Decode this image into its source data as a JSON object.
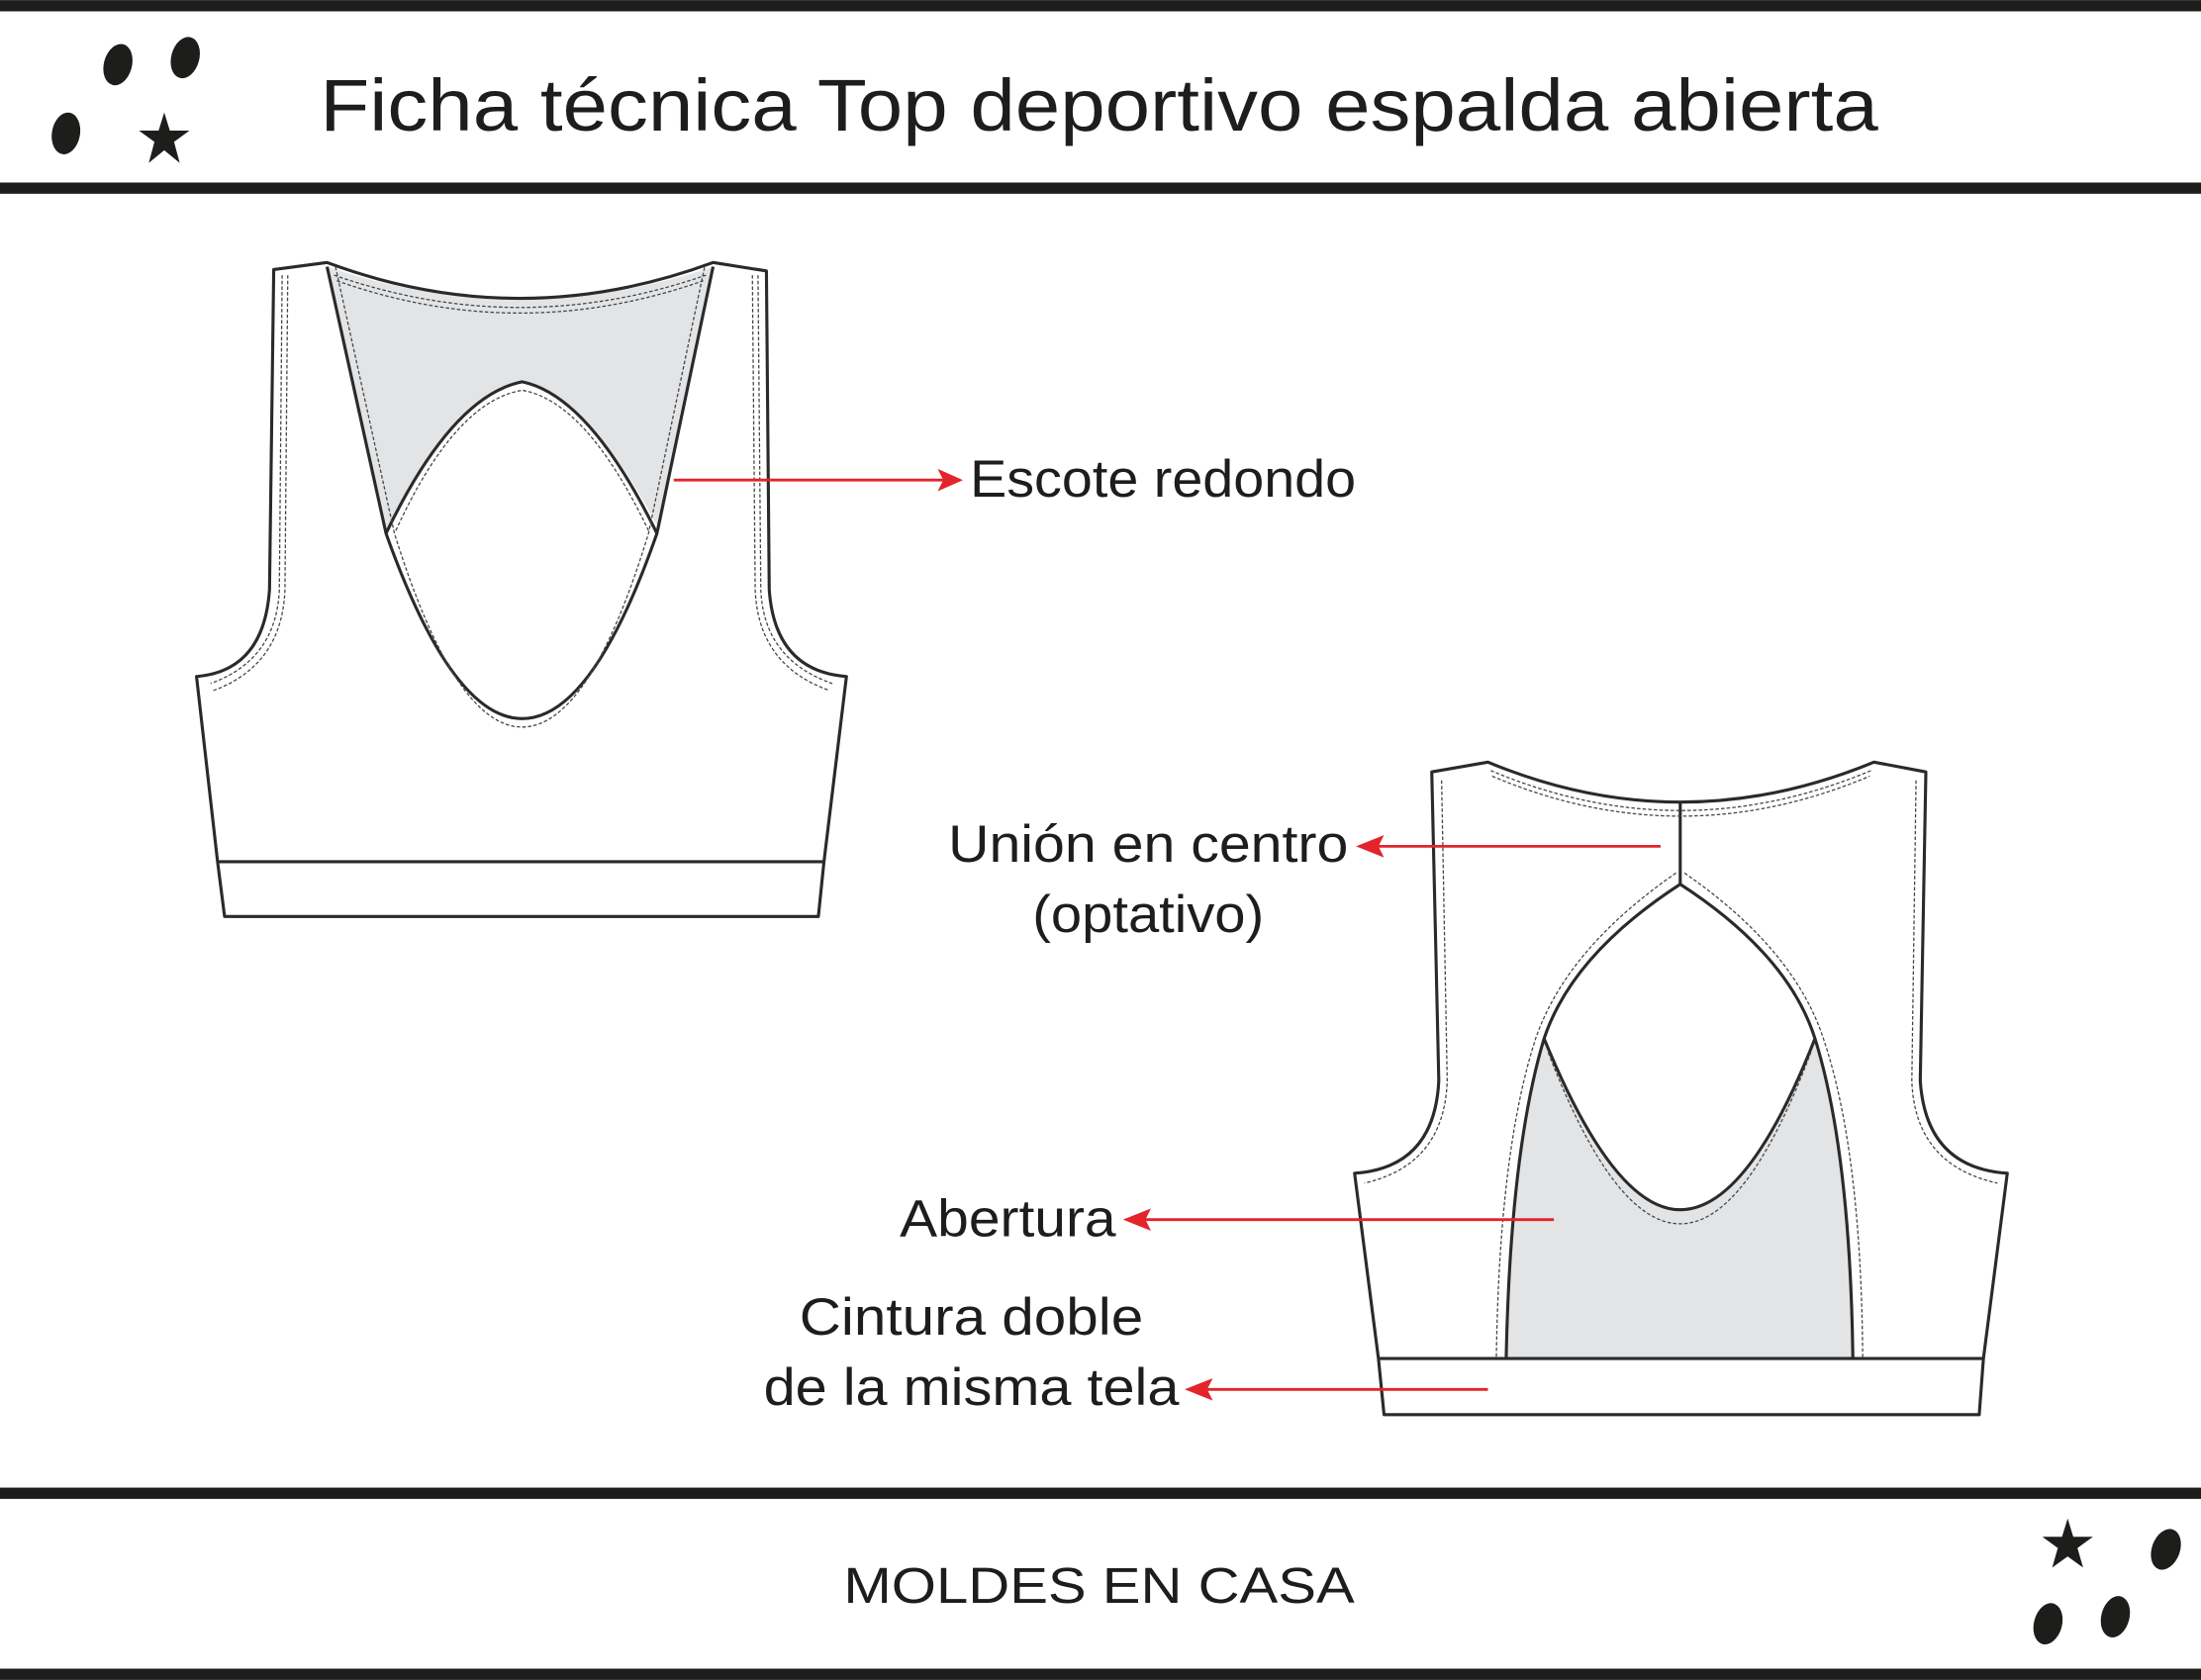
{
  "header": {
    "title": "Ficha técnica Top deportivo espalda abierta"
  },
  "labels": {
    "escote": "Escote redondo",
    "union_line1": "Unión en centro",
    "union_line2": "(optativo)",
    "abertura": "Abertura",
    "cintura_line1": "Cintura doble",
    "cintura_line2": "de la misma tela"
  },
  "footer": {
    "brand": "MOLDES EN CASA"
  },
  "colors": {
    "accent": "#e3242b",
    "fabric_shade": "#e3e4e6",
    "ink": "#1d1d1b"
  },
  "icons": [
    "dot-icon",
    "star-icon"
  ]
}
